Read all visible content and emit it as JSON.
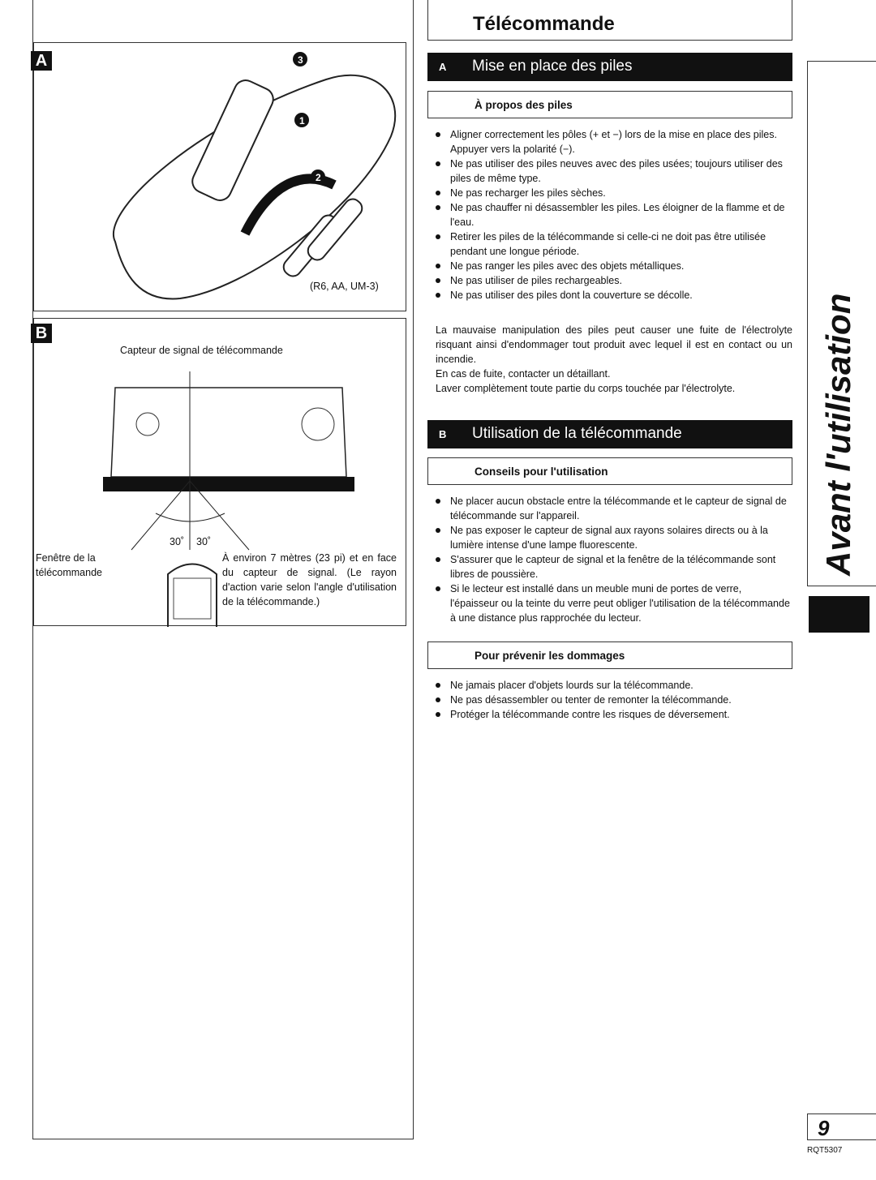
{
  "header": {
    "title": "Télécommande"
  },
  "left": {
    "panel_a": {
      "badge": "A",
      "battery_label": "(R6, AA, UM-3)",
      "step_1": "1",
      "step_2": "2",
      "step_3": "3"
    },
    "panel_b": {
      "badge": "B",
      "sensor_label": "Capteur de signal de télécommande",
      "angle_left": "30˚",
      "angle_right": "30˚",
      "window_label": "Fenêtre de la télécommande",
      "range_text": "À environ 7 mètres (23 pi) et en face du capteur de signal. (Le rayon d'action varie selon l'angle d'utilisation de la télécommande.)"
    }
  },
  "section_a": {
    "letter": "A",
    "title": "Mise en place des piles",
    "sub": "À propos des piles",
    "bullets": [
      "Aligner correctement les pôles (+ et −) lors de la mise en place des piles. Appuyer vers la polarité (−).",
      "Ne pas utiliser des piles neuves avec des piles usées; toujours utiliser des piles de même type.",
      "Ne pas recharger les piles sèches.",
      "Ne pas chauffer ni désassembler les piles. Les éloigner de la flamme et de l'eau.",
      "Retirer les piles de la télécommande si celle-ci ne doit pas être utilisée pendant une longue période.",
      "Ne pas ranger les piles avec des objets métalliques.",
      "Ne pas utiliser de piles rechargeables.",
      "Ne pas utiliser des piles dont la couverture se décolle."
    ],
    "para1": "La mauvaise manipulation des piles peut causer une fuite de l'électrolyte risquant ainsi d'endommager tout produit avec lequel il est en contact ou un incendie.",
    "para2": "En cas de fuite, contacter un détaillant.",
    "para3": "Laver complètement toute partie du corps touchée par l'électrolyte."
  },
  "section_b": {
    "letter": "B",
    "title": "Utilisation de la télécommande",
    "sub1": "Conseils pour l'utilisation",
    "bullets1": [
      "Ne placer aucun obstacle entre la télécommande et le capteur de signal de télécommande sur l'appareil.",
      "Ne pas exposer le capteur de signal aux rayons solaires directs ou à la lumière intense d'une lampe fluorescente.",
      "S'assurer que le capteur de signal et la fenêtre de la télécommande sont libres de poussière.",
      "Si le lecteur est installé dans un meuble muni de portes de verre, l'épaisseur ou la teinte du verre peut obliger l'utilisation de la télécommande à une distance plus rapprochée du lecteur."
    ],
    "sub2": "Pour prévenir les dommages",
    "bullets2": [
      "Ne jamais placer d'objets lourds sur la télécommande.",
      "Ne pas désassembler ou tenter de remonter la télécommande.",
      "Protéger la télécommande contre les risques de déversement."
    ]
  },
  "side_tab": "Avant l'utilisation",
  "footer": {
    "page": "9",
    "code": "RQT5307"
  }
}
